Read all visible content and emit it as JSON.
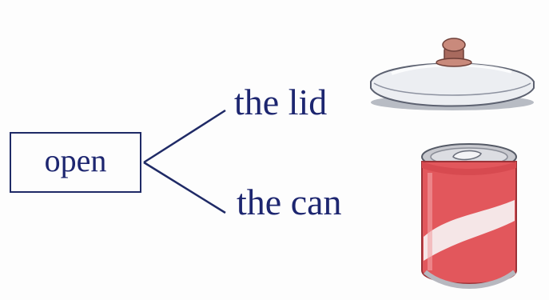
{
  "diagram": {
    "verb": "open",
    "objects": [
      {
        "label": "the lid",
        "picture": "pot-lid-icon"
      },
      {
        "label": "the can",
        "picture": "soda-can-icon"
      }
    ]
  },
  "colors": {
    "text": "#1d2670",
    "line": "#1f2a66",
    "lid_body": "#eceef2",
    "lid_knob": "#c98a7c",
    "can_red": "#e2575c",
    "can_metal": "#c8c9cf"
  }
}
